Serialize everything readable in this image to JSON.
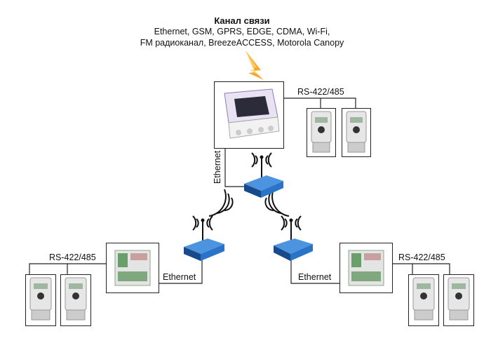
{
  "header": {
    "title": "Канал связи",
    "line1": "Ethernet, GSM, GPRS, EDGE, CDMA, Wi-Fi,",
    "line2": "FM радиоканал, BreezeACCESS, Motorola Canopy"
  },
  "labels": {
    "rs_top": "RS-422/485",
    "ethernet_vertical": "Ethernet",
    "rs_left": "RS-422/485",
    "ethernet_left": "Ethernet",
    "ethernet_right": "Ethernet",
    "rs_right": "RS-422/485"
  },
  "colors": {
    "router_blue": "#2a74c8",
    "router_dark": "#174a8a",
    "lightning": "#f2a01a",
    "line": "#222222"
  },
  "icons": {
    "lightning": "lightning-icon",
    "wifi": "wifi-waves-icon",
    "router": "wireless-router-icon",
    "meter": "electricity-meter-icon",
    "controller": "controller-module-icon",
    "enclosure": "enclosure-icon"
  }
}
